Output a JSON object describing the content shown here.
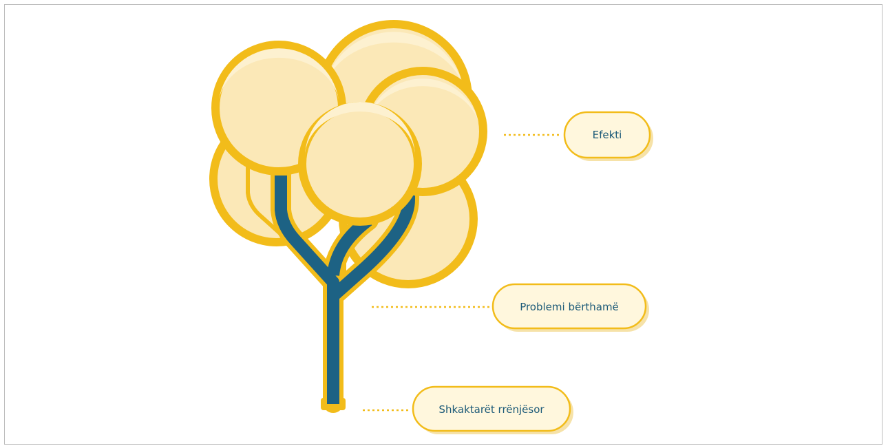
{
  "diagram": {
    "labels": {
      "effect": "Efekti",
      "core_problem": "Problemi bërthamë",
      "root_causes": "Shkaktarët rrënjësor"
    },
    "colors": {
      "gold": "#f2bc1a",
      "leaf_fill": "#fbe8b7",
      "leaf_highlight": "#fdf1d0",
      "trunk": "#1d6284",
      "pill_fill": "#fff7dd",
      "pill_shadow": "#f6e2a8",
      "label_text": "#1c5a78"
    }
  }
}
